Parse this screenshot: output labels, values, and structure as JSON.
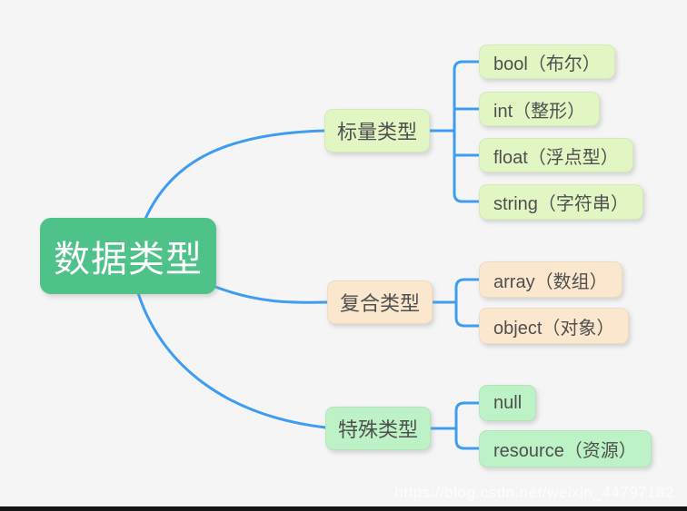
{
  "canvas": {
    "background_color": "#f5f5f6",
    "bottom_bar_color": "#141414"
  },
  "colors": {
    "connector_blue": "#3e9df1",
    "root_bg": "#4ec289",
    "root_text": "#ffffff",
    "scalar_bg": "#e1f6c3",
    "composite_bg": "#fbe7cd",
    "special_bg": "#bcf2c6",
    "node_text": "#4f4f4f"
  },
  "mindmap": {
    "root": {
      "label": "数据类型"
    },
    "branches": [
      {
        "id": "scalar",
        "label": "标量类型",
        "children": [
          {
            "label": "bool（布尔）"
          },
          {
            "label": "int（整形）"
          },
          {
            "label": "float（浮点型）"
          },
          {
            "label": "string（字符串）"
          }
        ]
      },
      {
        "id": "composite",
        "label": "复合类型",
        "children": [
          {
            "label": "array（数组）"
          },
          {
            "label": "object（对象）"
          }
        ]
      },
      {
        "id": "special",
        "label": "特殊类型",
        "children": [
          {
            "label": "null"
          },
          {
            "label": "resource（资源）"
          }
        ]
      }
    ]
  },
  "watermark": {
    "text": "https://blog.csdn.net/weixin_44797182"
  }
}
